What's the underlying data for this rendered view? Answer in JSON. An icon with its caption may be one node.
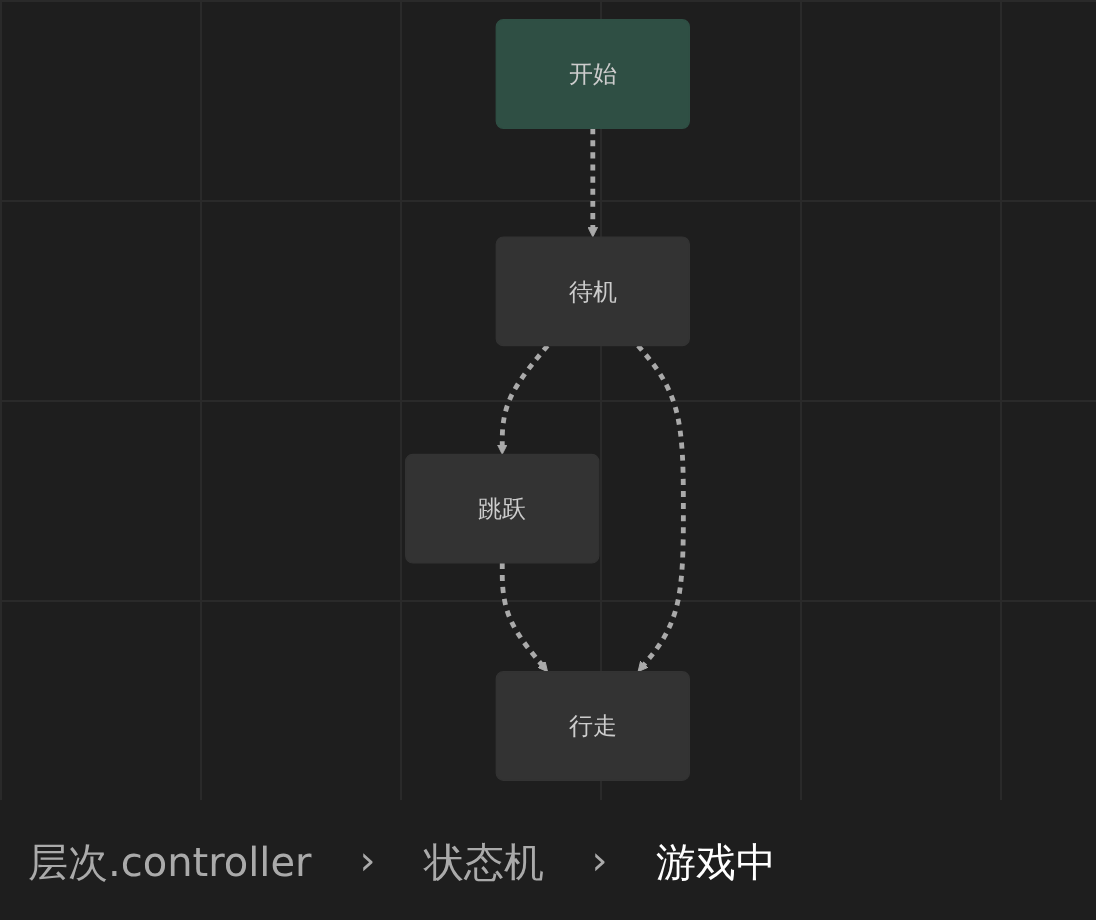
{
  "diagram": {
    "nodes": [
      {
        "text": [
          "开始"
        ]
      },
      {
        "text": [
          "跳跃"
        ]
      },
      {
        "text": [
          "待机"
        ]
      },
      {
        "text": [
          "行走"
        ]
      }
    ],
    "edges": [
      {
        "from": 0,
        "to": 2,
        "arrow": "to",
        "style": "dashed"
      },
      {
        "from": 2,
        "to": 1,
        "arrow": "to",
        "style": "dashed"
      },
      {
        "from": 1,
        "to": 3,
        "arrow": "to",
        "style": "dashed"
      },
      {
        "from": 2,
        "to": 3,
        "arrow": "to",
        "style": "dashed"
      }
    ],
    "labels": [
      "层次.controller",
      "›",
      "状态机",
      "›",
      "游戏中"
    ]
  }
}
